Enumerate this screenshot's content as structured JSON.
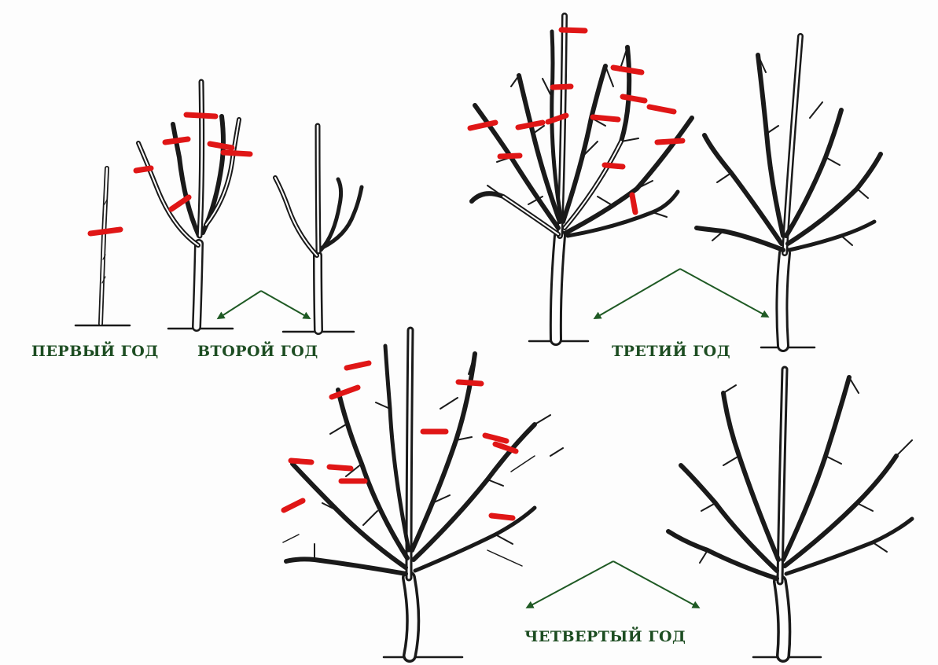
{
  "labels": {
    "year1": "ПЕРВЫЙ ГОД",
    "year2": "ВТОРОЙ ГОД",
    "year3": "ТРЕТИЙ ГОД",
    "year4": "ЧЕТВЕРТЫЙ ГОД"
  },
  "colors": {
    "label_text": "#1d4d22",
    "arrow": "#1f5a24",
    "tree_ink": "#1a1a1a",
    "cut_mark": "#e01616"
  }
}
